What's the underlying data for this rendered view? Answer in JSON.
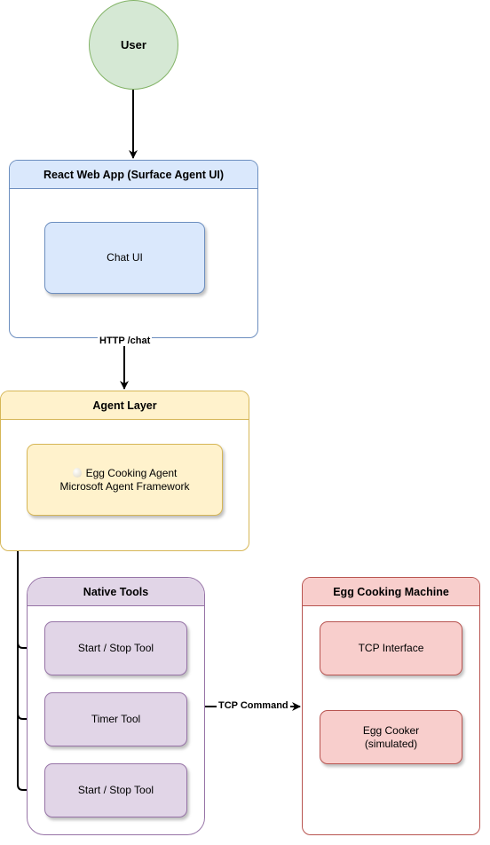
{
  "nodes": {
    "user": "User",
    "web_app": {
      "title": "React Web App (Surface Agent UI)",
      "chat_ui": "Chat UI"
    },
    "agent_layer": {
      "title": "Agent Layer",
      "agent_line1": "Egg Cooking Agent",
      "agent_line2": "Microsoft Agent Framework",
      "agent_icon": "egg-icon"
    },
    "native_tools": {
      "title": "Native Tools",
      "tools": [
        "Start / Stop Tool",
        "Timer Tool",
        "Start / Stop Tool"
      ]
    },
    "machine": {
      "title": "Egg Cooking Machine",
      "tcp_interface": "TCP Interface",
      "cooker_line1": "Egg Cooker",
      "cooker_line2": "(simulated)"
    }
  },
  "edges": {
    "chat_label": "HTTP /chat",
    "tcp_label": "TCP Command"
  },
  "colors": {
    "green": "#d5e8d4",
    "blue": "#dae8fc",
    "yellow": "#fff2cc",
    "purple": "#e1d5e7",
    "red": "#f8cecc"
  }
}
